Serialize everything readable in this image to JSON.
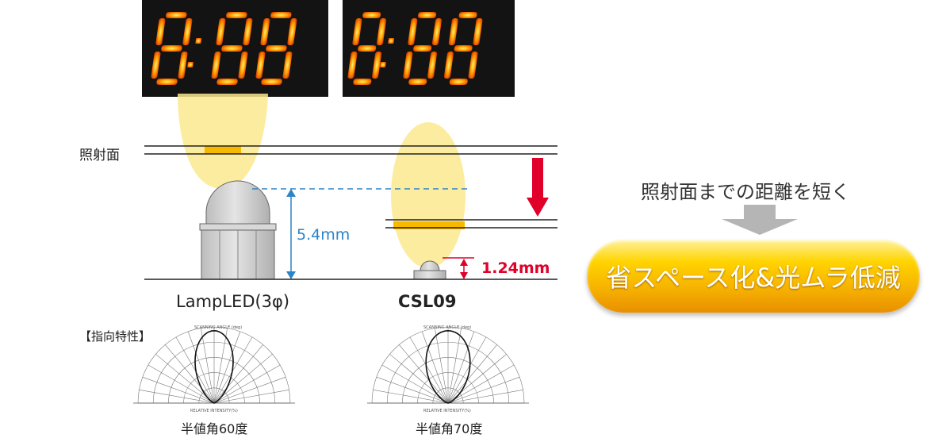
{
  "displays": {
    "digits_text": "8:88",
    "digit_color": "#f5a000"
  },
  "labels": {
    "irradiated_surface": "照射面",
    "lamp_led": "LampLED(3φ)",
    "csl09": "CSL09",
    "lamp_height": "5.4mm",
    "csl_height": "1.24mm",
    "directivity": "【指向特性】",
    "lamp_half_angle": "半値角60度",
    "csl_half_angle": "半値角70度"
  },
  "polar_charts": {
    "lamp": {
      "title": "SCANNING ANGLE (deg)",
      "bottom": "RELATIVE INTENSITY(%)",
      "half_angle_deg": 60
    },
    "csl": {
      "title": "SCANNING ANGLE (deg)",
      "bottom": "RELATIVE INTENSITY(%)",
      "half_angle_deg": 70
    }
  },
  "callout": {
    "caption": "照射面までの距離を短く",
    "banner": "省スペース化&光ムラ低減"
  },
  "colors": {
    "beam": "#fbe98e",
    "spot": "#f6b900",
    "blue_dim": "#2b83c8",
    "red_dim": "#e0002a",
    "banner_gold": "#f7b400",
    "arrow_gray": "#b5b5b5"
  }
}
